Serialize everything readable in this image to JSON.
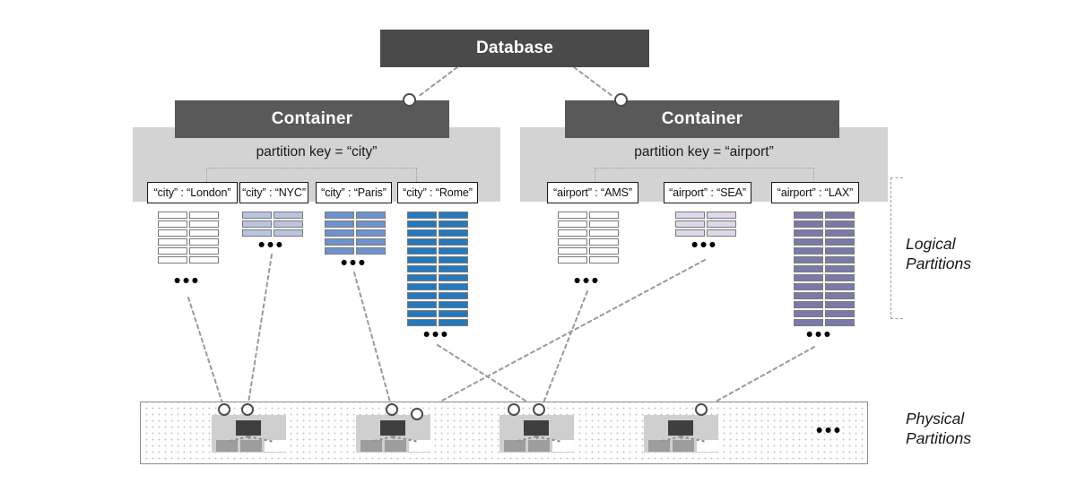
{
  "diagram": {
    "title": "Database logical and physical partitions",
    "colors": {
      "database_box": "#4a4a4a",
      "container_box": "#595959",
      "container_band": "#d3d3d3",
      "connector_line": "#9a9a9a",
      "doc_white": "#ffffff",
      "doc_lightblue": "#b9c4e0",
      "doc_midblue": "#6d93cd",
      "doc_blue": "#2478bd",
      "doc_lightpurple": "#ded8ea",
      "doc_purple": "#7a7aa8",
      "physical_node": "#cfcfcf",
      "physical_top": "#3f3f3f"
    },
    "database": {
      "label": "Database"
    },
    "containers": [
      {
        "label": "Container",
        "partition_key_label": "partition key = “city”",
        "logical_partitions": [
          {
            "key_label": "“city” : “London”",
            "doc_rows": 6,
            "doc_cols": 2,
            "doc_color": "#ffffff",
            "ellipsis": "•••"
          },
          {
            "key_label": "“city” : “NYC”",
            "doc_rows": 3,
            "doc_cols": 2,
            "doc_color": "#b9c4e0",
            "ellipsis": "•••"
          },
          {
            "key_label": "“city” : “Paris”",
            "doc_rows": 5,
            "doc_cols": 2,
            "doc_color": "#6d93cd",
            "ellipsis": "•••"
          },
          {
            "key_label": "“city” : “Rome”",
            "doc_rows": 13,
            "doc_cols": 2,
            "doc_color": "#2478bd",
            "ellipsis": "•••"
          }
        ]
      },
      {
        "label": "Container",
        "partition_key_label": "partition key = “airport”",
        "logical_partitions": [
          {
            "key_label": "“airport” : “AMS”",
            "doc_rows": 6,
            "doc_cols": 2,
            "doc_color": "#ffffff",
            "ellipsis": "•••"
          },
          {
            "key_label": "“airport” : “SEA”",
            "doc_rows": 3,
            "doc_cols": 2,
            "doc_color": "#ded8ea",
            "ellipsis": "•••"
          },
          {
            "key_label": "“airport” : “LAX”",
            "doc_rows": 13,
            "doc_cols": 2,
            "doc_color": "#7a7aa8",
            "ellipsis": "•••"
          }
        ]
      }
    ],
    "side_labels": {
      "logical": "Logical\nPartitions",
      "logical_line1": "Logical",
      "logical_line2": "Partitions",
      "physical": "Physical\nPartitions",
      "physical_line1": "Physical",
      "physical_line2": "Partitions"
    },
    "physical_partitions": {
      "count": 4,
      "overflow_ellipsis": "•••"
    }
  }
}
